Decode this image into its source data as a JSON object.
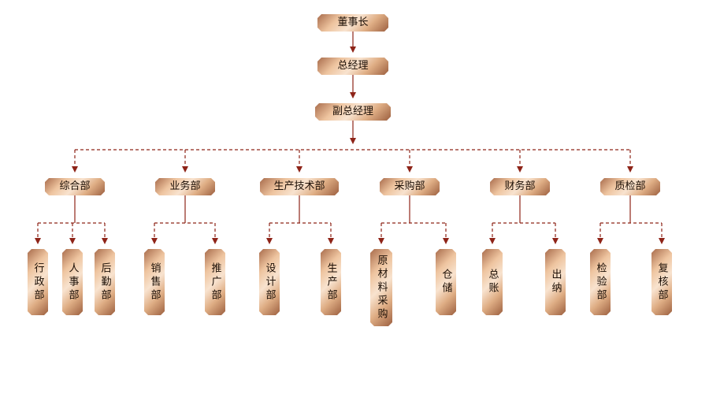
{
  "chart": {
    "type": "org-tree",
    "colors": {
      "connector": "#8e2418",
      "node_gradient_dark": "#9c5f3f",
      "node_gradient_light": "#f8e3cf",
      "text": "#1c0f06"
    },
    "nodes": {
      "chairman": "董事长",
      "general_manager": "总经理",
      "deputy_general_manager": "副总经理"
    },
    "departments": [
      {
        "label": "综合部",
        "children": [
          {
            "label": "行政部"
          },
          {
            "label": "人事部"
          },
          {
            "label": "后勤部"
          }
        ]
      },
      {
        "label": "业务部",
        "children": [
          {
            "label": "销售部"
          },
          {
            "label": "推广部"
          }
        ]
      },
      {
        "label": "生产技术部",
        "children": [
          {
            "label": "设计部"
          },
          {
            "label": "生产部"
          }
        ]
      },
      {
        "label": "采购部",
        "children": [
          {
            "label": "原材料采购"
          },
          {
            "label": "仓储"
          }
        ]
      },
      {
        "label": "财务部",
        "children": [
          {
            "label": "总账"
          },
          {
            "label": "出纳"
          }
        ]
      },
      {
        "label": "质检部",
        "children": [
          {
            "label": "检验部"
          },
          {
            "label": "复核部"
          }
        ]
      }
    ]
  }
}
